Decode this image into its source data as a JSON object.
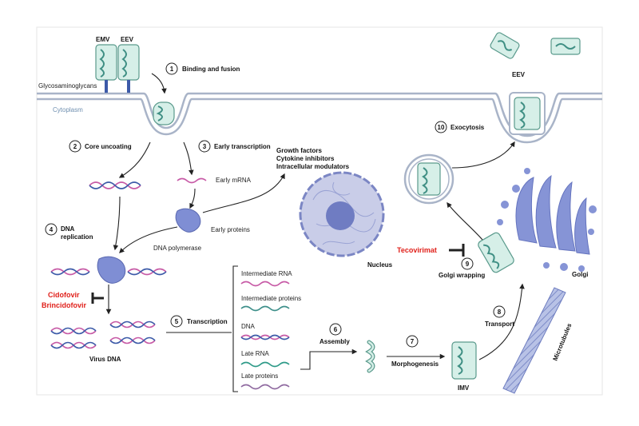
{
  "colors": {
    "membrane": "#a9b4c8",
    "virion_fill": "#d6efe8",
    "virion_stroke": "#5a9a8c",
    "core": "#3f8f84",
    "nucleus": "#c9cde8",
    "golgi": "#8694d6",
    "drug": "#e0201a",
    "intermediate_rna": "#c75aa6",
    "intermediate_proteins": "#3d8f8a",
    "late_rna": "#2e9a88",
    "late_proteins": "#8f6aa0"
  },
  "labels": {
    "emv": "EMV",
    "eev_top": "EEV",
    "eev_right": "EEV",
    "glycosaminoglycans": "Glycosaminoglycans",
    "cytoplasm": "Cytoplasm",
    "early_mrna": "Early mRNA",
    "early_proteins": "Early proteins",
    "dna_polymerase": "DNA polymerase",
    "growth_factors": "Growth factors",
    "cytokine_inhibitors": "Cytokine inhibitors",
    "intracellular_modulators": "Intracellular modulators",
    "nucleus": "Nucleus",
    "virus_dna": "Virus DNA",
    "golgi": "Golgi",
    "microtubules": "Microtubules",
    "imv": "IMV"
  },
  "drugs": {
    "cidofovir": "Cidofovir",
    "brincidofovir": "Brincidofovir",
    "tecovirimat": "Tecovirimat"
  },
  "steps": [
    {
      "n": "1",
      "label": "Binding and fusion"
    },
    {
      "n": "2",
      "label": "Core uncoating"
    },
    {
      "n": "3",
      "label": "Early transcription"
    },
    {
      "n": "4",
      "label": "DNA",
      "label2": "replication"
    },
    {
      "n": "5",
      "label": "Transcription"
    },
    {
      "n": "6",
      "label": "Assembly"
    },
    {
      "n": "7",
      "label": "Morphogenesis"
    },
    {
      "n": "8",
      "label": "Transport"
    },
    {
      "n": "9",
      "label": "Golgi wrapping"
    },
    {
      "n": "10",
      "label": "Exocytosis"
    }
  ],
  "products": [
    {
      "label": "Intermediate RNA"
    },
    {
      "label": "Intermediate proteins"
    },
    {
      "label": "DNA"
    },
    {
      "label": "Late RNA"
    },
    {
      "label": "Late proteins"
    }
  ]
}
